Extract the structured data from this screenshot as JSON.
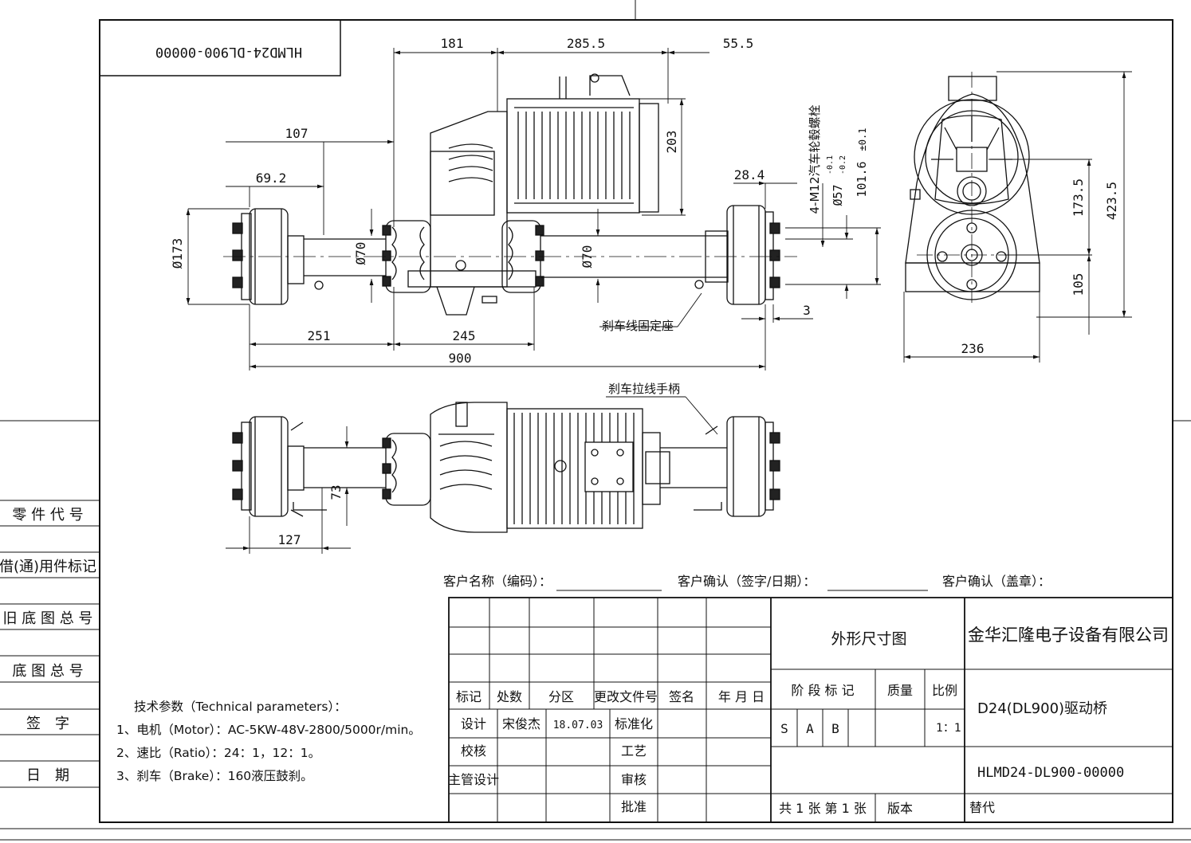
{
  "drawing_number_rotated": "HLMD24-DL900-00000",
  "dimensions": {
    "d181": "181",
    "d285_5": "285.5",
    "d55_5": "55.5",
    "d107": "107",
    "d69_2": "69.2",
    "d203": "203",
    "d28_4": "28.4",
    "d173_dia": "Ø173",
    "d70_left": "Ø70",
    "d70_mid": "Ø70",
    "d251": "251",
    "d245": "245",
    "d900": "900",
    "d3": "3",
    "bolt_spec": "4-M12汽车轮毂螺栓",
    "d57": "Ø57",
    "d57_tol_up": "-0.1",
    "d57_tol_low": "-0.2",
    "d101_6": "101.6",
    "d101_6_tol": "±0.1",
    "d173_5": "173.5",
    "d423_5": "423.5",
    "d105": "105",
    "d236": "236",
    "d73": "73",
    "d127": "127"
  },
  "callouts": {
    "brake_cable_seat": "刹车线固定座",
    "brake_handle": "刹车拉线手柄"
  },
  "customer": {
    "name_label": "客户名称（编码）：",
    "confirm_sign_label": "客户确认（签字/日期）：",
    "confirm_stamp_label": "客户确认（盖章）："
  },
  "side_labels": [
    "零 件 代 号",
    "借(通)用件标记",
    "旧 底 图 总 号",
    "底 图 总 号",
    "签　字",
    "日　期"
  ],
  "tech": {
    "title": "技术参数（Technical  parameters）：",
    "line1": "1、电机（Motor）：AC-5KW-48V-2800/5000r/min。",
    "line2": "2、速比（Ratio）：24：1，12：1。",
    "line3": "3、刹车（Brake）：160液压鼓刹。"
  },
  "title_block": {
    "headers": [
      "标记",
      "处数",
      "分区",
      "更改文件号",
      "签名",
      "年 月 日"
    ],
    "design_label": "设计",
    "designer": "宋俊杰",
    "design_date": "18.07.03",
    "standard_label": "标准化",
    "check_label": "校核",
    "process_label": "工艺",
    "chief_label": "主管设计",
    "review_label": "审核",
    "approve_label": "批准",
    "drawing_title": "外形尺寸图",
    "stage_label": "阶 段 标 记",
    "mass_label": "质量",
    "scale_label": "比例",
    "stages": [
      "S",
      "A",
      "B"
    ],
    "scale": "1：1",
    "sheets": "共 1  张  第 1 张",
    "version_label": "版本",
    "replace_label": "替代",
    "company": "金华汇隆电子设备有限公司",
    "product": "D24(DL900)驱动桥",
    "drawing_number": "HLMD24-DL900-00000"
  }
}
